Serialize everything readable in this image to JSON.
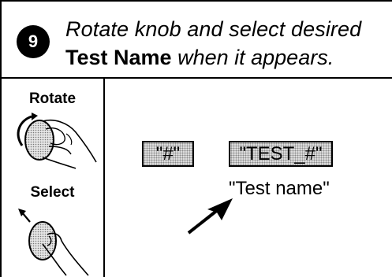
{
  "header": {
    "step_number": "9",
    "line1": "Rotate knob and select desired",
    "line2_bold": "Test  Name",
    "line2_italic": "when it appears."
  },
  "sidebar": {
    "rotate_label": "Rotate",
    "select_label": "Select",
    "rotate_icon": "hand-rotating-knob-icon",
    "select_icon": "hand-pressing-knob-icon"
  },
  "display": {
    "item1": "\"#\"",
    "item2": "\"TEST_#\"",
    "callout_text": "\"Test name\"",
    "arrow_icon": "pointer-arrow-icon"
  }
}
